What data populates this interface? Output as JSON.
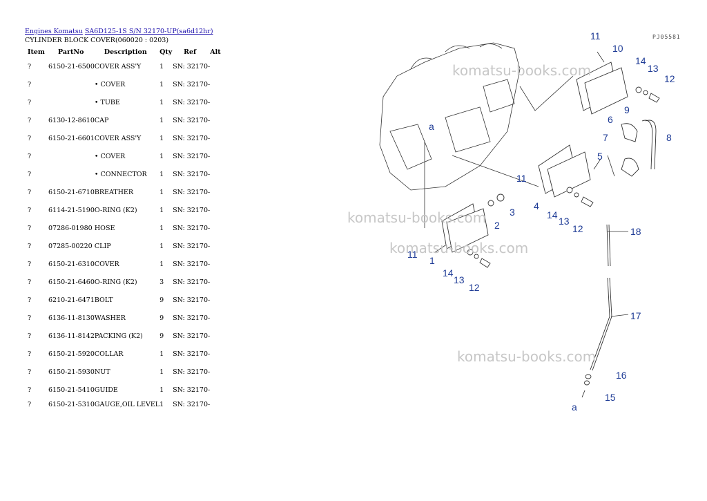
{
  "breadcrumb": {
    "link1": "Engines Komatsu",
    "link2": "SA6D125-1S S/N 32170-UP(sa6d12hr)"
  },
  "subtitle": "CYLINDER BLOCK COVER(060020 : 0203)",
  "table": {
    "headers": [
      "Item",
      "PartNo",
      "Description",
      "Qty",
      "Ref",
      "Alt"
    ],
    "rows": [
      {
        "item": "?",
        "part": "6150-21-6500",
        "desc": "COVER ASS'Y",
        "qty": "1",
        "ref": "SN: 32170-"
      },
      {
        "item": "?",
        "part": "",
        "desc": "• COVER",
        "qty": "1",
        "ref": "SN: 32170-"
      },
      {
        "item": "?",
        "part": "",
        "desc": "• TUBE",
        "qty": "1",
        "ref": "SN: 32170-"
      },
      {
        "item": "?",
        "part": "6130-12-8610",
        "desc": "CAP",
        "qty": "1",
        "ref": "SN: 32170-"
      },
      {
        "item": "?",
        "part": "6150-21-6601",
        "desc": "COVER ASS'Y",
        "qty": "1",
        "ref": "SN: 32170-"
      },
      {
        "item": "?",
        "part": "",
        "desc": "• COVER",
        "qty": "1",
        "ref": "SN: 32170-"
      },
      {
        "item": "?",
        "part": "",
        "desc": "• CONNECTOR",
        "qty": "1",
        "ref": "SN: 32170-"
      },
      {
        "item": "?",
        "part": "6150-21-6710",
        "desc": "BREATHER",
        "qty": "1",
        "ref": "SN: 32170-"
      },
      {
        "item": "?",
        "part": "6114-21-5190",
        "desc": "O-RING (K2)",
        "qty": "1",
        "ref": "SN: 32170-"
      },
      {
        "item": "?",
        "part": "07286-01980",
        "desc": "HOSE",
        "qty": "1",
        "ref": "SN: 32170-"
      },
      {
        "item": "?",
        "part": "07285-00220",
        "desc": "CLIP",
        "qty": "1",
        "ref": "SN: 32170-"
      },
      {
        "item": "?",
        "part": "6150-21-6310",
        "desc": "COVER",
        "qty": "1",
        "ref": "SN: 32170-"
      },
      {
        "item": "?",
        "part": "6150-21-6460",
        "desc": "O-RING (K2)",
        "qty": "3",
        "ref": "SN: 32170-"
      },
      {
        "item": "?",
        "part": "6210-21-6471",
        "desc": "BOLT",
        "qty": "9",
        "ref": "SN: 32170-"
      },
      {
        "item": "?",
        "part": "6136-11-8130",
        "desc": "WASHER",
        "qty": "9",
        "ref": "SN: 32170-"
      },
      {
        "item": "?",
        "part": "6136-11-8142",
        "desc": "PACKING (K2)",
        "qty": "9",
        "ref": "SN: 32170-"
      },
      {
        "item": "?",
        "part": "6150-21-5920",
        "desc": "COLLAR",
        "qty": "1",
        "ref": "SN: 32170-"
      },
      {
        "item": "?",
        "part": "6150-21-5930",
        "desc": "NUT",
        "qty": "1",
        "ref": "SN: 32170-"
      },
      {
        "item": "?",
        "part": "6150-21-5410",
        "desc": "GUIDE",
        "qty": "1",
        "ref": "SN: 32170-"
      },
      {
        "item": "?",
        "part": "6150-21-5310",
        "desc": "GAUGE,OIL LEVEL",
        "qty": "1",
        "ref": "SN: 32170-"
      }
    ]
  },
  "diagram": {
    "drawing_code": "PJ05581",
    "watermark": "komatsu-books.com",
    "callouts": {
      "n1": "1",
      "n2": "2",
      "n3": "3",
      "n4": "4",
      "n5": "5",
      "n6": "6",
      "n7": "7",
      "n8": "8",
      "n9": "9",
      "n10": "10",
      "n11": "11",
      "n12": "12",
      "n13": "13",
      "n14": "14",
      "n15": "15",
      "n16": "16",
      "n17": "17",
      "n18": "18",
      "a": "a"
    }
  }
}
